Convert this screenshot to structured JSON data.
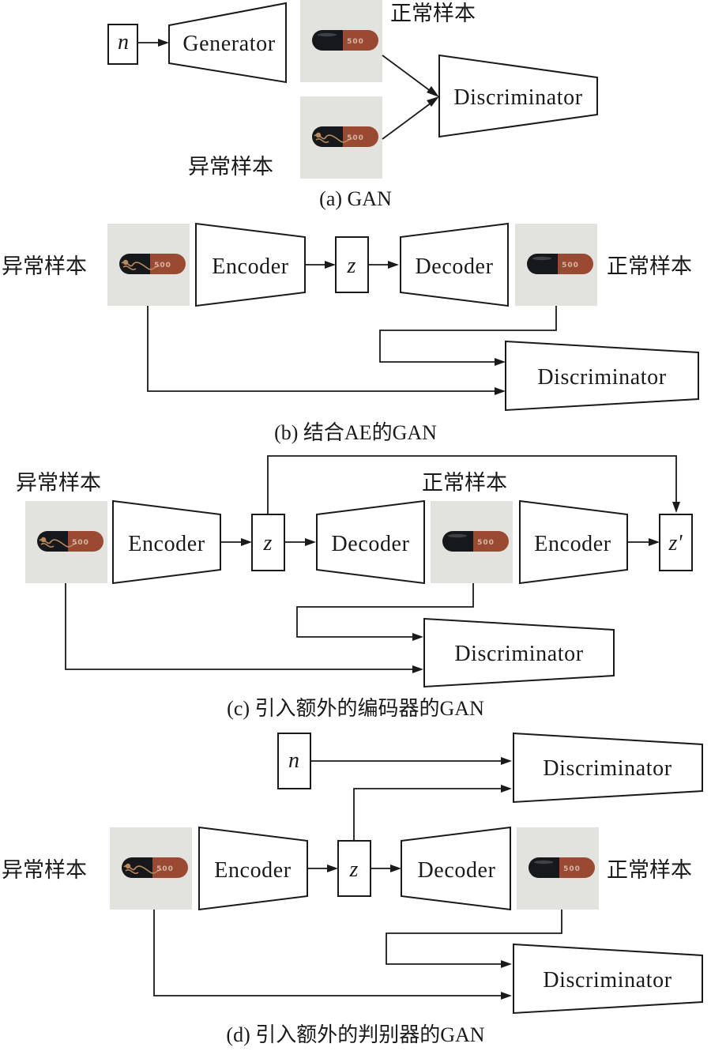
{
  "colors": {
    "line": "#1a1a1a",
    "photo_bg": "#e2e3de",
    "capsule_black": "#17181b",
    "capsule_brown": "#9a4a32",
    "imprint": "#d6b7a6",
    "defect": "#b88a5e"
  },
  "capsule_imprint": "500",
  "labels": {
    "normal": "正常样本",
    "abnormal": "异常样本",
    "generator": "Generator",
    "encoder": "Encoder",
    "decoder": "Decoder",
    "discriminator": "Discriminator",
    "noise": "n",
    "latent": "z",
    "latent_prime": "z'"
  },
  "captions": {
    "a": "(a) GAN",
    "b": "(b) 结合AE的GAN",
    "c": "(c) 引入额外的编码器的GAN",
    "d": "(d) 引入额外的判别器的GAN"
  },
  "panels": [
    {
      "id": "a",
      "name": "GAN",
      "chain": [
        "n",
        "Generator",
        "正常样本",
        "异常样本",
        "Discriminator"
      ]
    },
    {
      "id": "b",
      "name": "结合AE的GAN",
      "chain": [
        "异常样本",
        "Encoder",
        "z",
        "Decoder",
        "正常样本",
        "Discriminator"
      ]
    },
    {
      "id": "c",
      "name": "引入额外的编码器的GAN",
      "chain": [
        "异常样本",
        "Encoder",
        "z",
        "Decoder",
        "正常样本",
        "Encoder",
        "z'",
        "Discriminator"
      ]
    },
    {
      "id": "d",
      "name": "引入额外的判别器的GAN",
      "chain": [
        "n",
        "Discriminator",
        "异常样本",
        "Encoder",
        "z",
        "Decoder",
        "正常样本",
        "Discriminator"
      ]
    }
  ]
}
